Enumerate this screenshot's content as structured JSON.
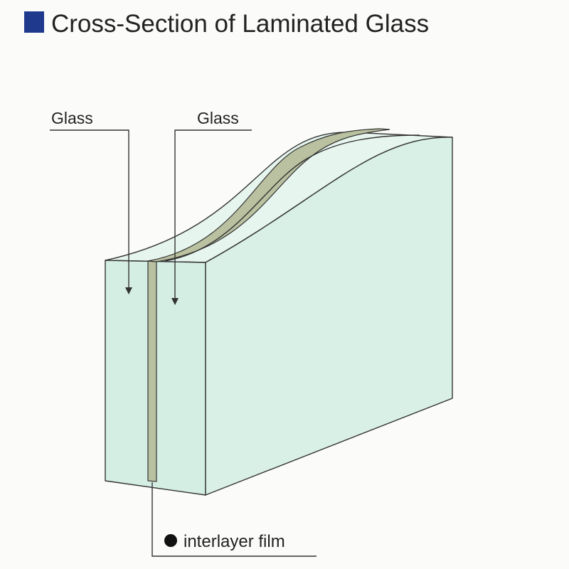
{
  "title": "Cross-Section of Laminated Glass",
  "labels": {
    "glass_left": "Glass",
    "glass_right": "Glass",
    "interlayer": "interlayer film"
  },
  "colors": {
    "title_marker": "#1f3a8c",
    "glass": "#d8efe6",
    "glass_top": "#e6f5ee",
    "interlayer": "#b9c1a0"
  }
}
